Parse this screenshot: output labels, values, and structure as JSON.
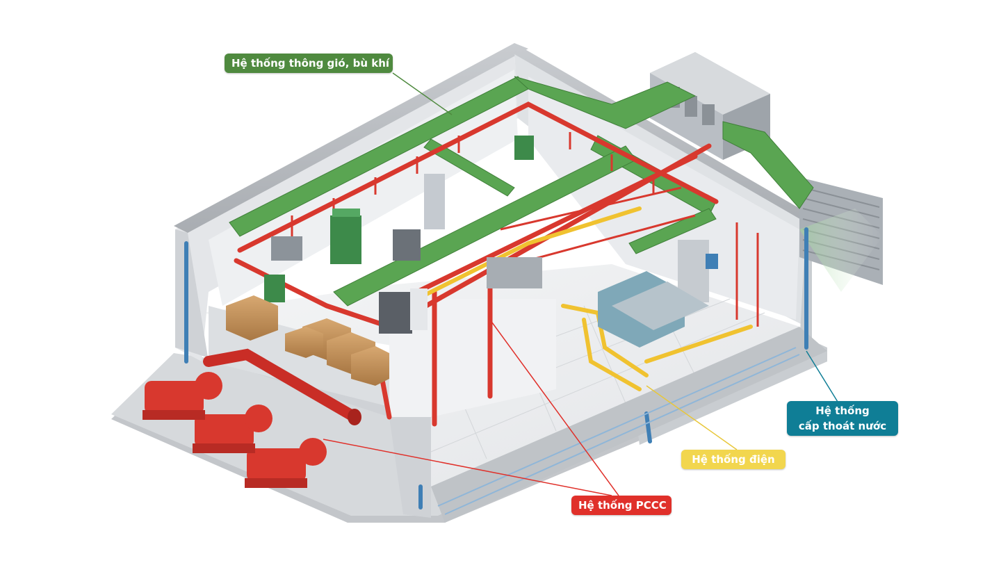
{
  "diagram": {
    "labels": {
      "ventilation": {
        "text": "Hệ thống thông gió, bù khí",
        "color": "#4f8a3f"
      },
      "water": {
        "line1": "Hệ thống",
        "line2": "cấp thoát nước",
        "color": "#0f7e96"
      },
      "electrical": {
        "text": "Hệ thống điện",
        "color": "#f2d64e"
      },
      "fire": {
        "text": "Hệ thống PCCC",
        "color": "#e0302a"
      }
    },
    "colors": {
      "ventilation_duct": "#5aa552",
      "fire_pipe": "#d8382e",
      "water_pipe": "#3f7fb5",
      "electrical_tray": "#f0c230",
      "wall": "#d9dcdf",
      "floor": "#eceef0"
    }
  }
}
